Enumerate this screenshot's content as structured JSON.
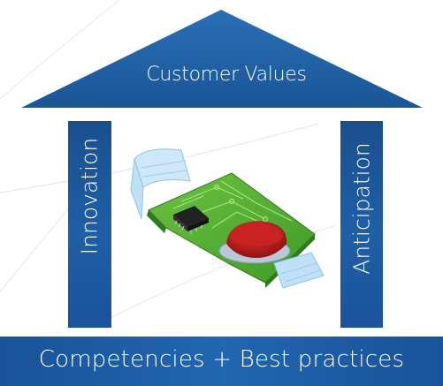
{
  "roof": {
    "label": "Customer Values"
  },
  "pillars": {
    "left": {
      "label": "Innovation"
    },
    "right": {
      "label": "Anticipation"
    }
  },
  "base": {
    "label": "Competencies + Best practices"
  },
  "colors": {
    "primary_blue": "#1f5fa6",
    "dark_blue": "#174d8f",
    "pcb_green": "#58b23a",
    "flex_cable": "#bfe0f7",
    "dome_red": "#c01818"
  },
  "illustration": {
    "name": "pcb-with-flex-cables-and-dome"
  }
}
